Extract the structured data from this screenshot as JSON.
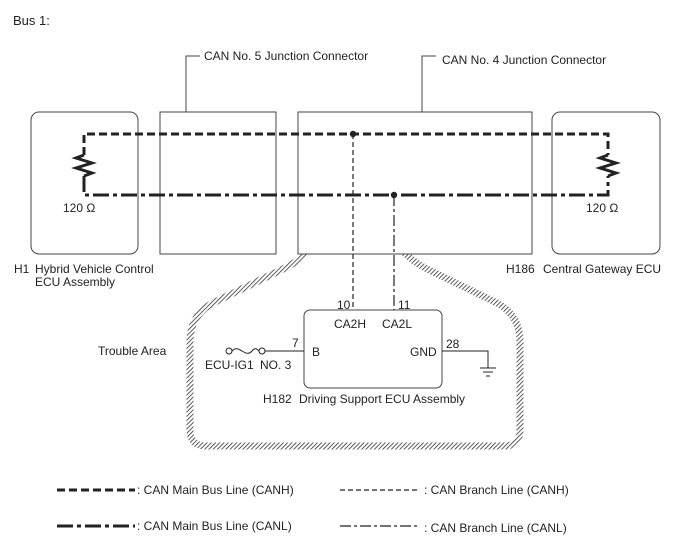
{
  "title": "Bus 1:",
  "junction_connectors": {
    "no5": "CAN No. 5 Junction Connector",
    "no4": "CAN No. 4 Junction Connector"
  },
  "ecus": {
    "hybrid": {
      "code": "H1",
      "line1": "Hybrid Vehicle Control",
      "line2": "ECU Assembly",
      "resistor": "120 Ω"
    },
    "gateway": {
      "code": "H186",
      "name": "Central Gateway ECU",
      "resistor": "120 Ω"
    },
    "driving_support": {
      "code": "H182",
      "name": "Driving Support ECU Assembly"
    }
  },
  "pins": {
    "ca2h_num": "10",
    "ca2h_name": "CA2H",
    "ca2l_num": "11",
    "ca2l_name": "CA2L",
    "b_num": "7",
    "b_name": "B",
    "gnd_num": "28",
    "gnd_name": "GND"
  },
  "fuse": {
    "name": "ECU-IG1",
    "number": "NO. 3"
  },
  "trouble_area": "Trouble Area",
  "legend": {
    "main_canh": ": CAN Main Bus Line (CANH)",
    "main_canl": ": CAN Main Bus Line (CANL)",
    "branch_canh": ": CAN Branch Line (CANH)",
    "branch_canl": ": CAN Branch Line (CANL)"
  },
  "colors": {
    "line": "#222222",
    "box_border": "#444444"
  }
}
